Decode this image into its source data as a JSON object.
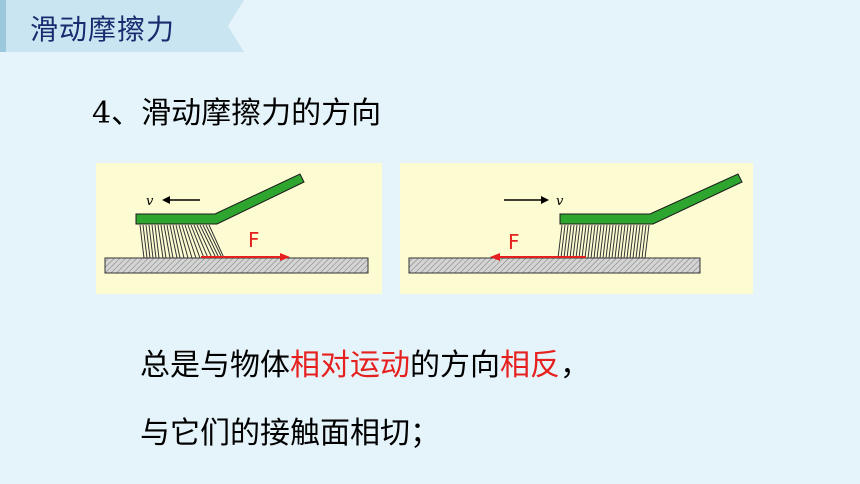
{
  "header": {
    "title": "滑动摩擦力"
  },
  "heading": "4、滑动摩擦力的方向",
  "diagram": {
    "left": {
      "velocity_label": "v",
      "force_label": "F"
    },
    "right": {
      "velocity_label": "v",
      "force_label": "F"
    },
    "colors": {
      "handle": "#2ea52e",
      "force": "#e6201f",
      "panel": "#fcfbd2"
    }
  },
  "statement": {
    "line1": [
      "总是与物体",
      "相对运动",
      "的方向",
      "相反",
      "，"
    ],
    "line2": "与它们的接触面相切；"
  }
}
